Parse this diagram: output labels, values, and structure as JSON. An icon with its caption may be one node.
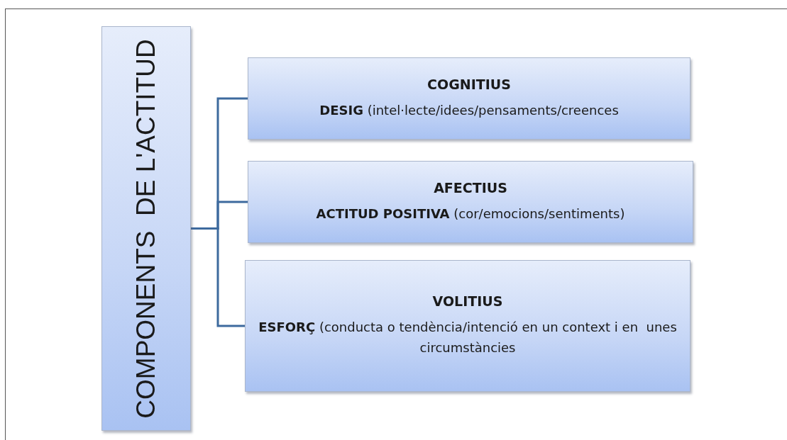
{
  "diagram": {
    "nodes": [
      {
        "text": [
          "COMPONENTS  DE L'ACTITUD"
        ]
      },
      {
        "text": [
          "COGNITIUS",
          "**DESIG** (intel·lecte/idees/pensaments/creences"
        ]
      },
      {
        "text": [
          "AFECTIUS",
          "**ACTITUD POSITIVA** (cor/emocions/sentiments)"
        ]
      },
      {
        "text": [
          "VOLITIUS",
          "**ESFORÇ** (conducta o tendència/intenció en un context i en  unes circumstàncies"
        ]
      }
    ],
    "edges": [
      {
        "from": 0,
        "to": 1,
        "arrow": "none"
      },
      {
        "from": 0,
        "to": 2,
        "arrow": "none"
      },
      {
        "from": 0,
        "to": 3,
        "arrow": "none"
      }
    ]
  }
}
